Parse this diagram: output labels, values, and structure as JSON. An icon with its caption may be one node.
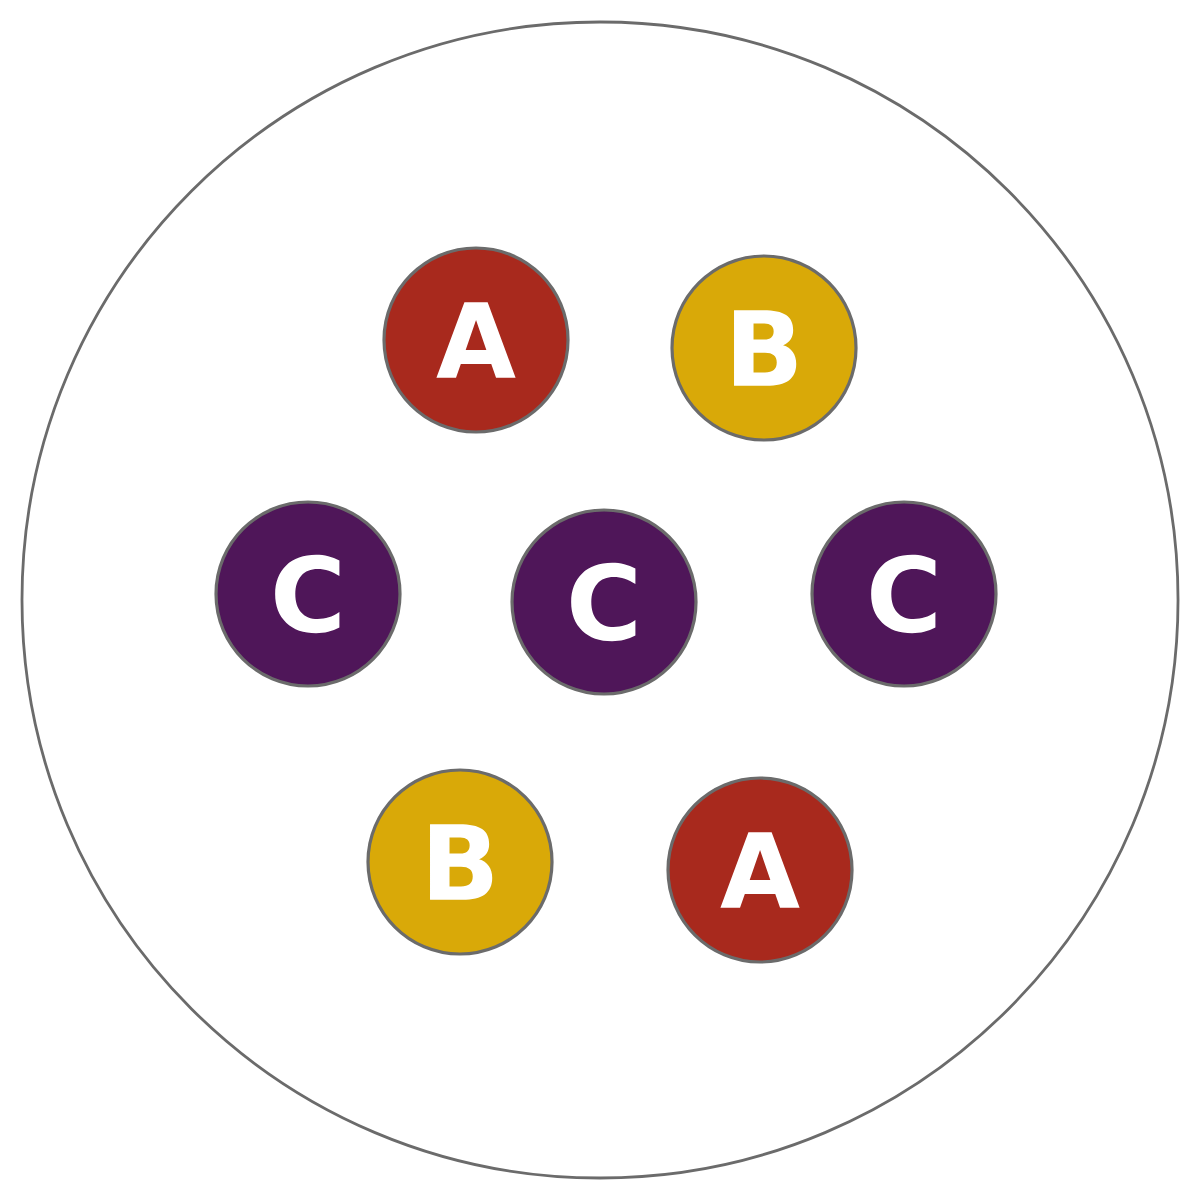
{
  "diagram": {
    "nodes": [
      {
        "text": [],
        "shape": "circle"
      },
      {
        "text": [
          "A"
        ],
        "in": 0
      },
      {
        "text": [
          "B"
        ],
        "in": 0
      },
      {
        "text": [
          "C"
        ],
        "in": 0
      },
      {
        "text": [
          "C"
        ],
        "in": 0
      },
      {
        "text": [
          "C"
        ],
        "in": 0
      },
      {
        "text": [
          "B"
        ],
        "in": 0
      },
      {
        "text": [
          "A"
        ],
        "in": 0
      }
    ]
  }
}
